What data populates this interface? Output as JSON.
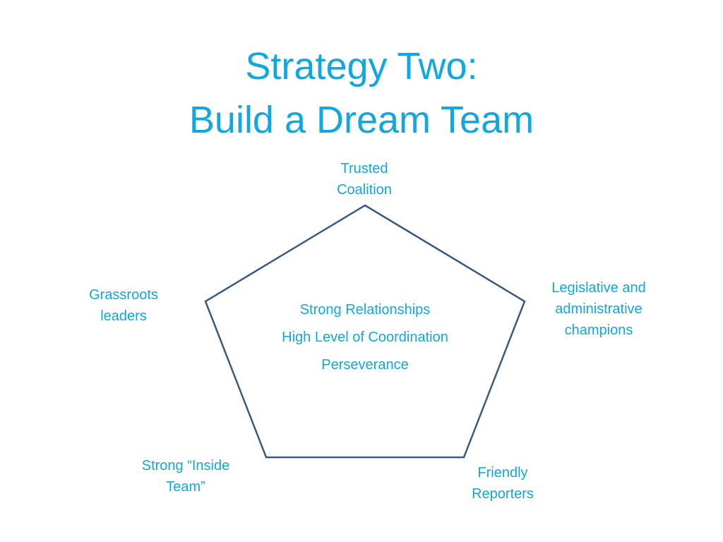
{
  "slide": {
    "title_line1": "Strategy Two:",
    "title_line2": "Build a Dream Team"
  },
  "diagram": {
    "shape": "pentagon",
    "stroke_color": "#3a5a85",
    "text_color": "#0fa8e0",
    "vertices": {
      "top": {
        "line1": "Trusted",
        "line2": "Coalition"
      },
      "right": {
        "line1": "Legislative and",
        "line2": "administrative",
        "line3": "champions"
      },
      "left": {
        "line1": "Grassroots",
        "line2": "leaders"
      },
      "bottom_left": {
        "line1": "Strong “Inside",
        "line2": "Team”"
      },
      "bottom_right": {
        "line1": "Friendly",
        "line2": "Reporters"
      }
    },
    "center_items": [
      "Strong Relationships",
      "High Level of Coordination",
      "Perseverance"
    ]
  }
}
